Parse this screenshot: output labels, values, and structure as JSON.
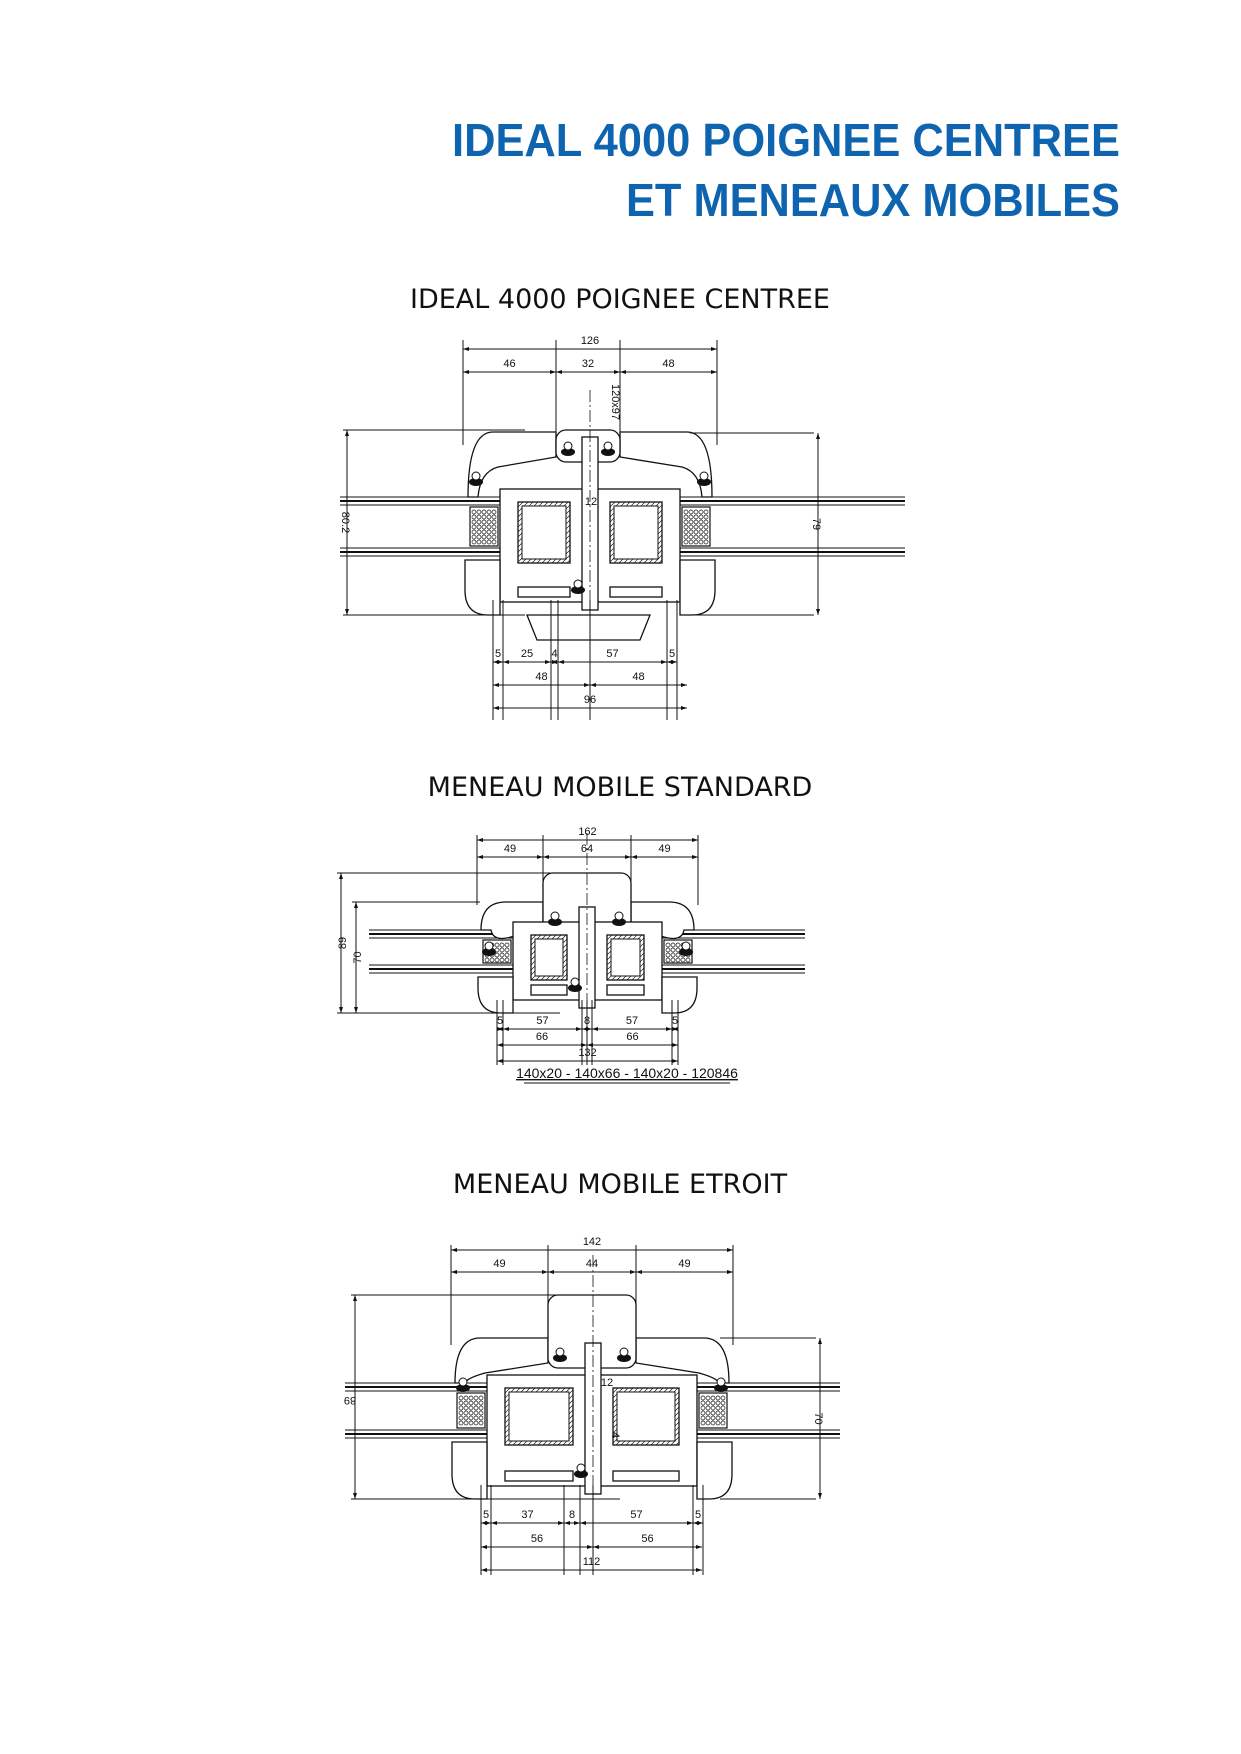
{
  "header": {
    "title_line1": "IDEAL 4000 POIGNEE CENTREE",
    "title_line2": "ET MENEAUX MOBILES"
  },
  "sections": [
    {
      "title": "IDEAL 4000 POIGNEE CENTREE",
      "top_dims": {
        "overall": "126",
        "parts": [
          "46",
          "32",
          "48"
        ]
      },
      "profile_ref": "120x97",
      "inner_dims": [
        "12"
      ],
      "left_height": "80.2",
      "right_height": "79",
      "bottom_dims": {
        "row1": [
          "5",
          "25",
          "4",
          "57",
          "5"
        ],
        "row2": [
          "48",
          "48"
        ],
        "overall": "96"
      }
    },
    {
      "title": "MENEAU MOBILE STANDARD",
      "top_dims": {
        "overall": "162",
        "parts": [
          "49",
          "64",
          "49"
        ]
      },
      "left_heights": [
        "89",
        "70"
      ],
      "bottom_dims": {
        "row1": [
          "5",
          "57",
          "8",
          "57",
          "5"
        ],
        "row2": [
          "66",
          "66"
        ],
        "overall": "132"
      },
      "caption": "140x20 - 140x66 - 140x20 - 120846"
    },
    {
      "title": "MENEAU MOBILE ETROIT",
      "top_dims": {
        "overall": "142",
        "parts": [
          "49",
          "44",
          "49"
        ]
      },
      "inner_dims": [
        "12",
        "4"
      ],
      "left_height": "89",
      "right_height": "70",
      "bottom_dims": {
        "row1": [
          "5",
          "37",
          "8",
          "57",
          "5"
        ],
        "row2": [
          "56",
          "56"
        ],
        "overall": "112"
      }
    }
  ]
}
